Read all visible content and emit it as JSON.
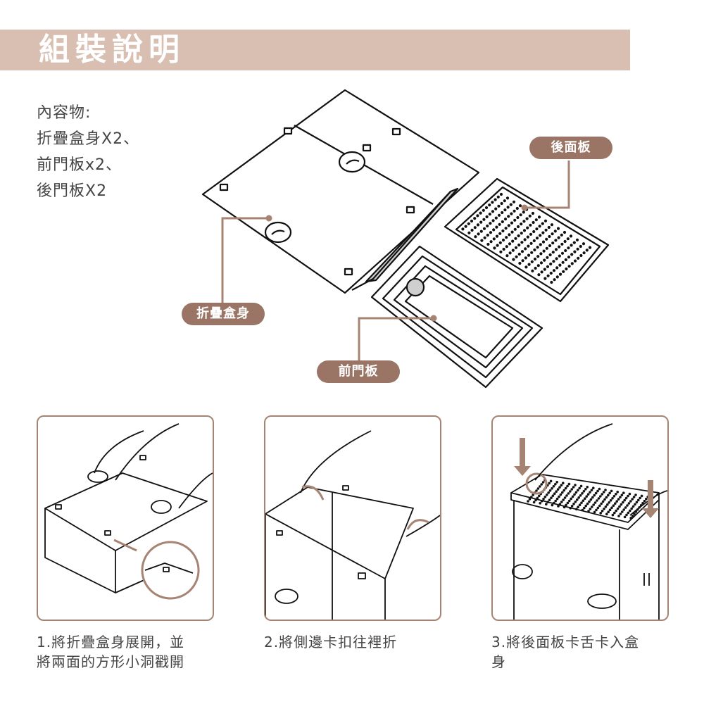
{
  "header": {
    "title": "組裝說明"
  },
  "contents": {
    "lines": [
      "內容物:",
      "折疊盒身X2、",
      "前門板x2、",
      "後門板X2"
    ]
  },
  "labels": {
    "back_panel": "後面板",
    "folding_box": "折疊盒身",
    "front_door": "前門板"
  },
  "steps": [
    {
      "lines": [
        "1.將折疊盒身展開，並",
        "將兩面的方形小洞戳開"
      ]
    },
    {
      "lines": [
        "2.將側邊卡扣往裡折"
      ]
    },
    {
      "lines": [
        "3.將後面板卡舌卡入盒",
        "身"
      ]
    }
  ],
  "colors": {
    "title_bar": "#d8bfb1",
    "label_pill": "#9a7566",
    "panel_border": "#a68474",
    "leader_line": "#a68474"
  }
}
